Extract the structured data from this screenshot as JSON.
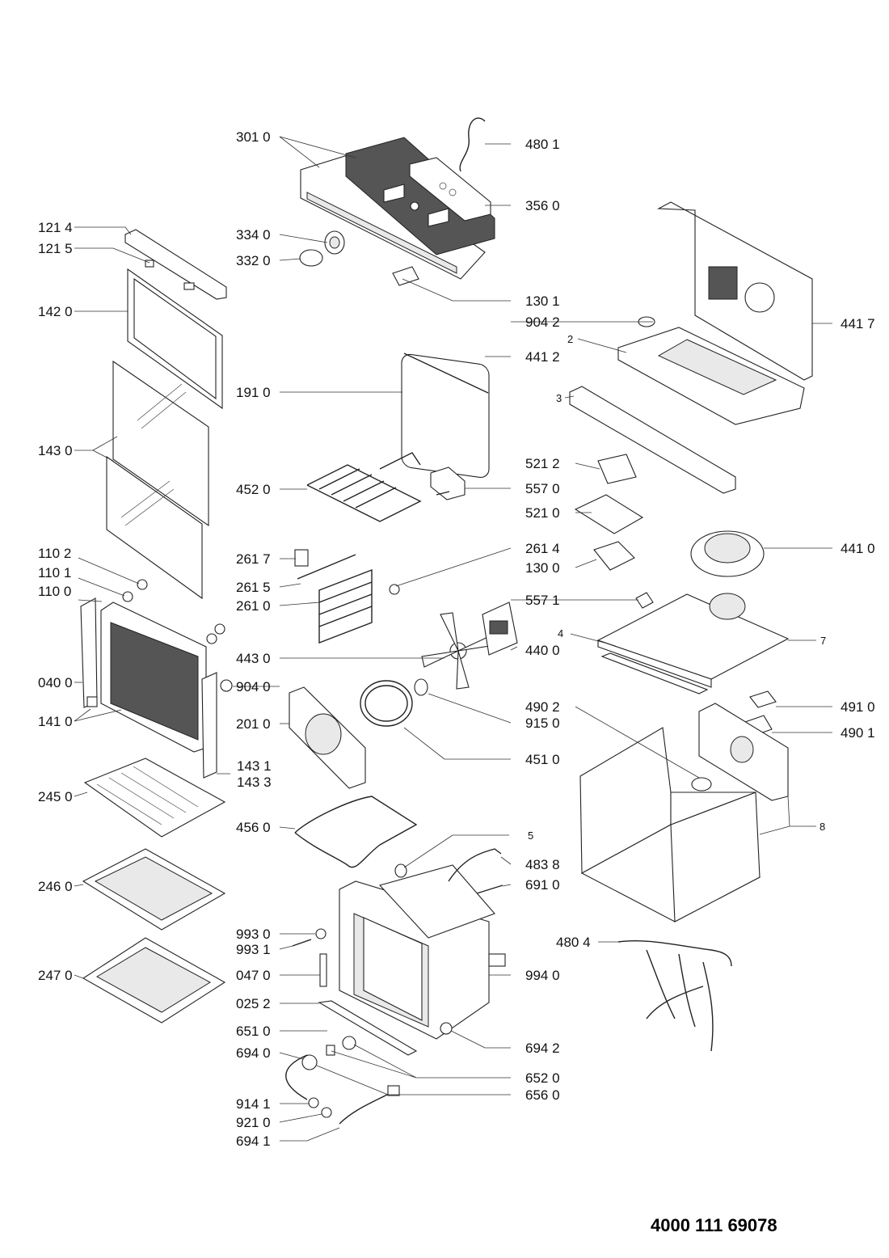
{
  "document_number": "4000 111 69078",
  "callouts": {
    "c3010": "301 0",
    "c4801": "480 1",
    "c3560": "356 0",
    "c3340": "334 0",
    "c3320": "332 0",
    "c1301": "130 1",
    "c1214": "121 4",
    "c1215": "121 5",
    "c1420": "142 0",
    "c9042": "904 2",
    "c4417": "441 7",
    "c2": "2",
    "c3": "3",
    "c4412": "441 2",
    "c1910": "191 0",
    "c1430": "143 0",
    "c5212": "521 2",
    "c4520": "452 0",
    "c5570": "557 0",
    "c5210": "521 0",
    "c1102": "110 2",
    "c2617": "261 7",
    "c2614": "261 4",
    "c4410": "441 0",
    "c1101": "110 1",
    "c2615": "261 5",
    "c1300": "130 0",
    "c1100": "110 0",
    "c2610": "261 0",
    "c5571": "557 1",
    "c4": "4",
    "c7": "7",
    "c4430": "443 0",
    "c4400": "440 0",
    "c0400": "040 0",
    "c9040": "904 0",
    "c1410": "141 0",
    "c2010": "201 0",
    "c4902": "490 2",
    "c4910": "491 0",
    "c9150": "915 0",
    "c4901": "490 1",
    "c4510": "451 0",
    "c1431": "143 1",
    "c1433": "143 3",
    "c2450": "245 0",
    "c8": "8",
    "c4560": "456 0",
    "c5": "5",
    "c4838": "483 8",
    "c2460": "246 0",
    "c6910": "691 0",
    "c9930": "993 0",
    "c4804": "480 4",
    "c9931": "993 1",
    "c0470": "047 0",
    "c2470": "247 0",
    "c9940": "994 0",
    "c0252": "025 2",
    "c6510": "651 0",
    "c6942": "694 2",
    "c6940": "694 0",
    "c6520": "652 0",
    "c6560": "656 0",
    "c9141": "914 1",
    "c9210": "921 0",
    "c6941": "694 1"
  }
}
